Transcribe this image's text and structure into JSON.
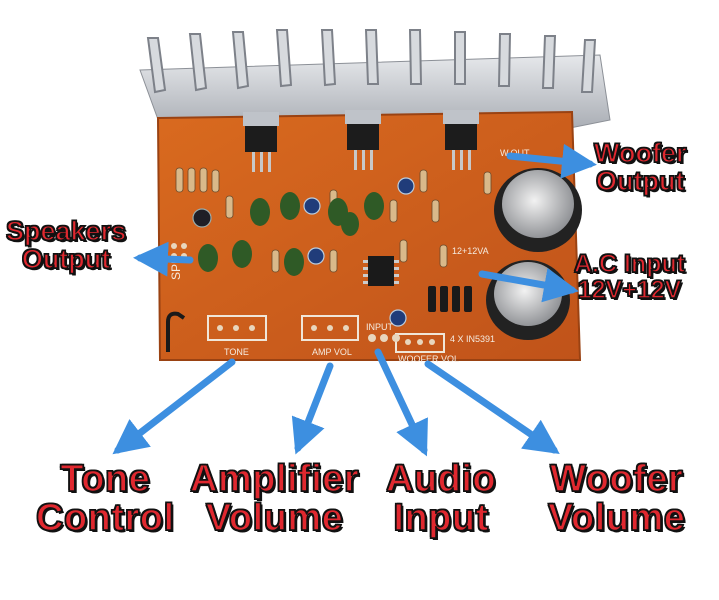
{
  "callouts": {
    "woofer_output": [
      "Woofer",
      "Output"
    ],
    "speakers_output": [
      "Speakers",
      "Output"
    ],
    "ac_input": [
      "A.C Input",
      "12V+12V"
    ],
    "tone_control": [
      "Tone",
      "Control"
    ],
    "amplifier_volume": [
      "Amplifier",
      "Volume"
    ],
    "audio_input": [
      "Audio",
      "Input"
    ],
    "woofer_volume": [
      "Woofer",
      "Volume"
    ]
  },
  "board_silkscreen": {
    "spk": "SPK",
    "tone": "TONE",
    "amp_vol": "AMP VOL",
    "input": "INPUT",
    "woofer_vol": "WOOFER VOL",
    "diodes": "4 X IN5391",
    "w_out": "W.OUT",
    "ac_label": "12+12VA"
  },
  "colors": {
    "board": "#d4621a",
    "heatsink": "#c9ccd1",
    "arrow": "#3d8fe0",
    "callout_text": "#e0282f"
  }
}
